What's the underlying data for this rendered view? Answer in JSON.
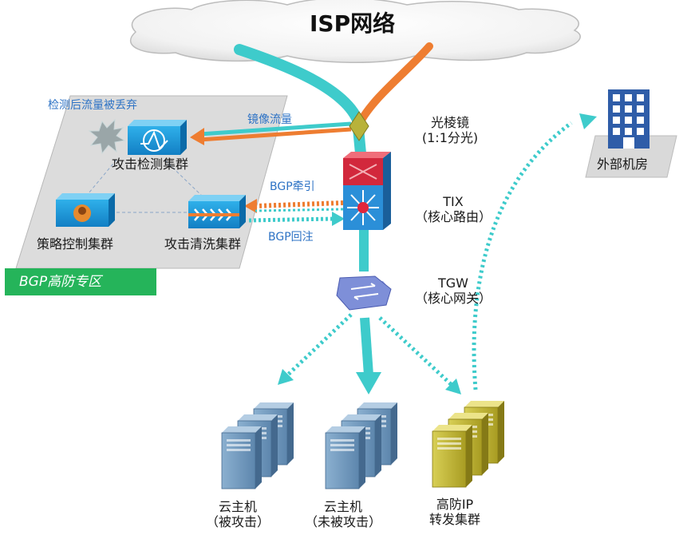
{
  "title": "ISP网络",
  "labels": {
    "dropped": "检测后流量被丢弃",
    "detect_cluster": "攻击检测集群",
    "policy_cluster": "策略控制集群",
    "clean_cluster": "攻击清洗集群",
    "zone": "BGP高防专区",
    "mirror": "镜像流量",
    "bgp_pull": "BGP牵引",
    "bgp_back": "BGP回注",
    "splitter_line1": "光棱镜",
    "splitter_line2": "(1:1分光)",
    "tix_line1": "TIX",
    "tix_line2": "（核心路由）",
    "tgw_line1": "TGW",
    "tgw_line2": "（核心网关）",
    "external": "外部机房",
    "host_attacked_line1": "云主机",
    "host_attacked_line2": "（被攻击）",
    "host_safe_line1": "云主机",
    "host_safe_line2": "（未被攻击）",
    "forward_line1": "高防IP",
    "forward_line2": "转发集群"
  },
  "colors": {
    "teal": "#3ecbcb",
    "orange": "#ee7d31",
    "blue_label": "#2e73c5",
    "zone_green": "#25b45a",
    "server_blue": "#6f95b8",
    "server_gold": "#c4b935",
    "router_red": "#d2283c",
    "router_blue": "#2b8fd8"
  },
  "icons": [
    "cloud-icon",
    "prism-icon",
    "router-icon",
    "gateway-switch-icon",
    "detect-appliance-icon",
    "policy-appliance-icon",
    "clean-appliance-icon",
    "explosion-icon",
    "building-icon",
    "server-stack-icon"
  ]
}
